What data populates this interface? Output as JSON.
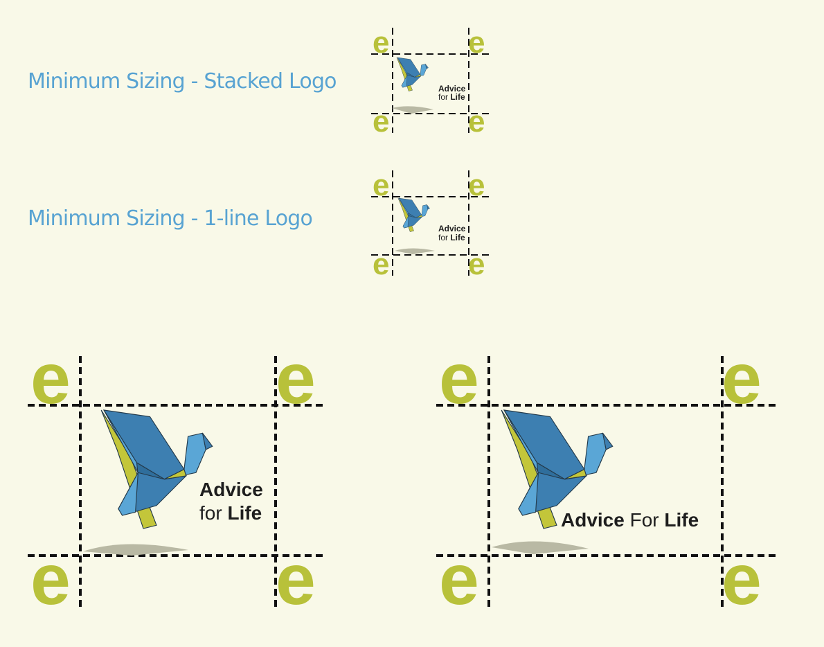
{
  "headings": {
    "stacked": "Minimum Sizing - Stacked Logo",
    "oneline": "Minimum Sizing - 1-line Logo"
  },
  "clearspace_marker": "e",
  "logo": {
    "stacked_line1": "Advice",
    "stacked_line2_a": "for ",
    "stacked_line2_b": "Life",
    "oneline_a": "Advice",
    "oneline_b": " For ",
    "oneline_c": "Life"
  },
  "colors": {
    "background": "#f9f9e8",
    "heading": "#58a3d2",
    "marker": "#b8c13a",
    "bird_blue_light": "#5aa6d6",
    "bird_blue_dark": "#3d7fb1",
    "bird_yellow": "#c3c63a",
    "guides": "#111111"
  }
}
